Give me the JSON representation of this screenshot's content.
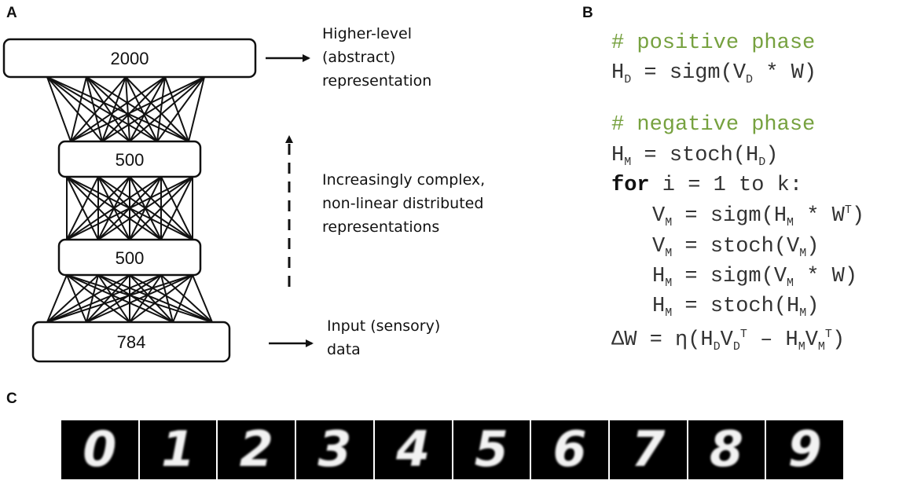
{
  "panels": {
    "a": "A",
    "b": "B",
    "c": "C"
  },
  "network": {
    "layers": [
      {
        "units": "2000"
      },
      {
        "units": "500"
      },
      {
        "units": "500"
      },
      {
        "units": "784"
      }
    ]
  },
  "annotations": {
    "top": "Higher-level\n(abstract)\nrepresentation",
    "middle": "Increasingly complex,\nnon-linear distributed\nrepresentations",
    "bottom": "Input (sensory)\ndata"
  },
  "code": {
    "positive_comment": "# positive phase",
    "negative_comment": "# negative phase",
    "keyword_for": "for",
    "loop_rest": " i = 1 to k:",
    "lines": {
      "hd_a": "H",
      "hd_b": "D",
      "hd_c": " = sigm(V",
      "hd_d": "D",
      "hd_e": " * W)",
      "hm_a": "H",
      "hm_b": "M",
      "hm_c": " = stoch(H",
      "hm_d": "D",
      "hm_e": ")",
      "l1_a": "V",
      "l1_b": "M",
      "l1_c": " = sigm(H",
      "l1_d": "M",
      "l1_e": " * W",
      "l1_f": "T",
      "l1_g": ")",
      "l2_a": "V",
      "l2_b": "M",
      "l2_c": " = stoch(V",
      "l2_d": "M",
      "l2_e": ")",
      "l3_a": "H",
      "l3_b": "M",
      "l3_c": " = sigm(V",
      "l3_d": "M",
      "l3_e": " * W)",
      "l4_a": "H",
      "l4_b": "M",
      "l4_c": " = stoch(H",
      "l4_d": "M",
      "l4_e": ")",
      "dw_a": "ΔW = η(H",
      "dw_b": "D",
      "dw_c": "V",
      "dw_d": "D",
      "dw_e": "T",
      "dw_f": " – H",
      "dw_g": "M",
      "dw_h": "V",
      "dw_i": "M",
      "dw_j": "T",
      "dw_k": ")"
    }
  },
  "digits": [
    "0",
    "1",
    "2",
    "3",
    "4",
    "5",
    "6",
    "7",
    "8",
    "9"
  ]
}
